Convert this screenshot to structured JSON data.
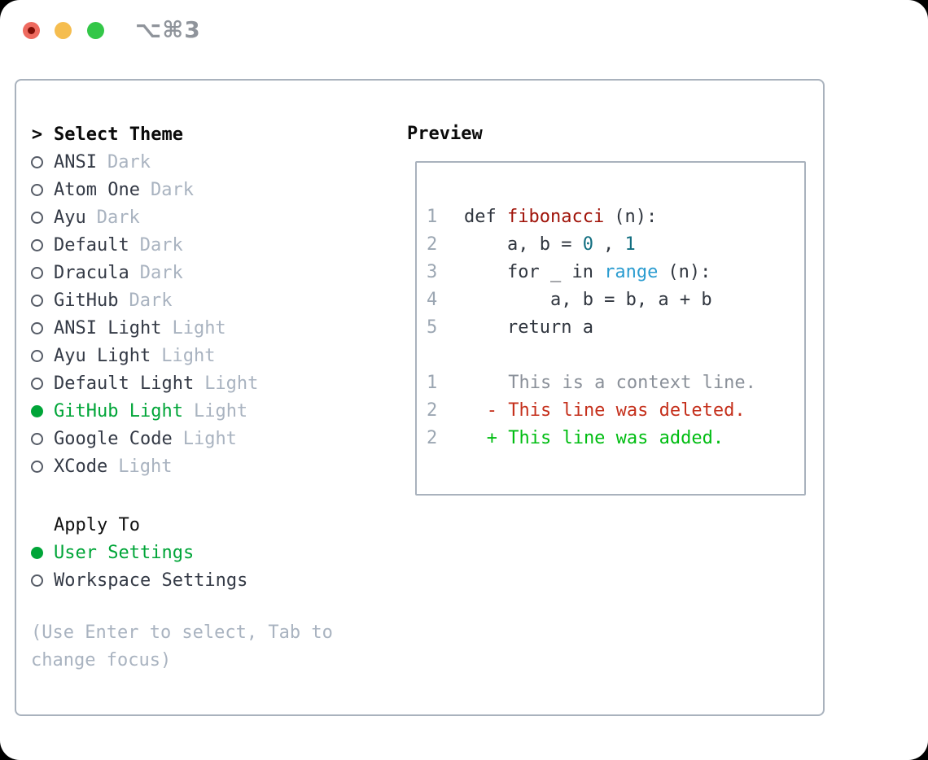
{
  "window": {
    "title": "⌥⌘3",
    "traffic_lights": [
      {
        "name": "close",
        "has_dot": true
      },
      {
        "name": "minimize",
        "has_dot": false
      },
      {
        "name": "zoom",
        "has_dot": false
      }
    ]
  },
  "theme_picker": {
    "header": {
      "prompt": ">",
      "label": "Select Theme"
    },
    "themes": [
      {
        "name": "ANSI",
        "variant": "Dark",
        "selected": false
      },
      {
        "name": "Atom One",
        "variant": "Dark",
        "selected": false
      },
      {
        "name": "Ayu",
        "variant": "Dark",
        "selected": false
      },
      {
        "name": "Default",
        "variant": "Dark",
        "selected": false
      },
      {
        "name": "Dracula",
        "variant": "Dark",
        "selected": false
      },
      {
        "name": "GitHub",
        "variant": "Dark",
        "selected": false
      },
      {
        "name": "ANSI Light",
        "variant": "Light",
        "selected": false
      },
      {
        "name": "Ayu Light",
        "variant": "Light",
        "selected": false
      },
      {
        "name": "Default Light",
        "variant": "Light",
        "selected": false
      },
      {
        "name": "GitHub Light",
        "variant": "Light",
        "selected": true
      },
      {
        "name": "Google Code",
        "variant": "Light",
        "selected": false
      },
      {
        "name": "XCode",
        "variant": "Light",
        "selected": false
      }
    ],
    "apply_to": {
      "label": "Apply To",
      "options": [
        {
          "name": "User Settings",
          "selected": true
        },
        {
          "name": "Workspace Settings",
          "selected": false
        }
      ]
    },
    "hint": "(Use Enter to select, Tab to change focus)"
  },
  "preview": {
    "label": "Preview",
    "code_lines": [
      {
        "number": "1",
        "segments": [
          {
            "text": "def ",
            "style": "code"
          },
          {
            "text": "fibonacci",
            "style": "function"
          },
          {
            "text": "(n):",
            "style": "code"
          }
        ]
      },
      {
        "number": "2",
        "segments": [
          {
            "text": "    a, b = ",
            "style": "code"
          },
          {
            "text": "0",
            "style": "number"
          },
          {
            "text": ", ",
            "style": "code"
          },
          {
            "text": "1",
            "style": "number"
          }
        ]
      },
      {
        "number": "3",
        "segments": [
          {
            "text": "    for _ in ",
            "style": "code"
          },
          {
            "text": "range",
            "style": "builtin"
          },
          {
            "text": "(n):",
            "style": "code"
          }
        ]
      },
      {
        "number": "4",
        "segments": [
          {
            "text": "        a, b = b, a + b",
            "style": "code"
          }
        ]
      },
      {
        "number": "5",
        "segments": [
          {
            "text": "    return a",
            "style": "code"
          }
        ]
      },
      {
        "number": "",
        "segments": []
      },
      {
        "number": "1",
        "segments": [
          {
            "text": "     This is a context line.",
            "style": "context"
          }
        ]
      },
      {
        "number": "2",
        "segments": [
          {
            "text": "   - This line was deleted.",
            "style": "deleted"
          }
        ]
      },
      {
        "number": "2",
        "segments": [
          {
            "text": "   + This line was added.",
            "style": "added"
          }
        ]
      }
    ]
  },
  "colors": {
    "border": "#a9b2bd",
    "header_black": "#0a0a0a",
    "list_text": "#343a46",
    "muted_text": "#a9b3c0",
    "ring": "#555b66",
    "accent_green": "#00a538",
    "added_green": "#00bd12",
    "deleted_red": "#c5301c",
    "function_red": "#a01309",
    "number_teal": "#116e80",
    "builtin_blue": "#2b9cd0",
    "code_text": "#30363f",
    "line_number": "#9ba6b2",
    "context_gray": "#8a9099",
    "title_gray": "#8f949b",
    "traffic_red": "#ee6a5f",
    "traffic_red_dot": "#7e0d05",
    "traffic_yellow": "#f5bd4f",
    "traffic_green": "#33c748"
  }
}
